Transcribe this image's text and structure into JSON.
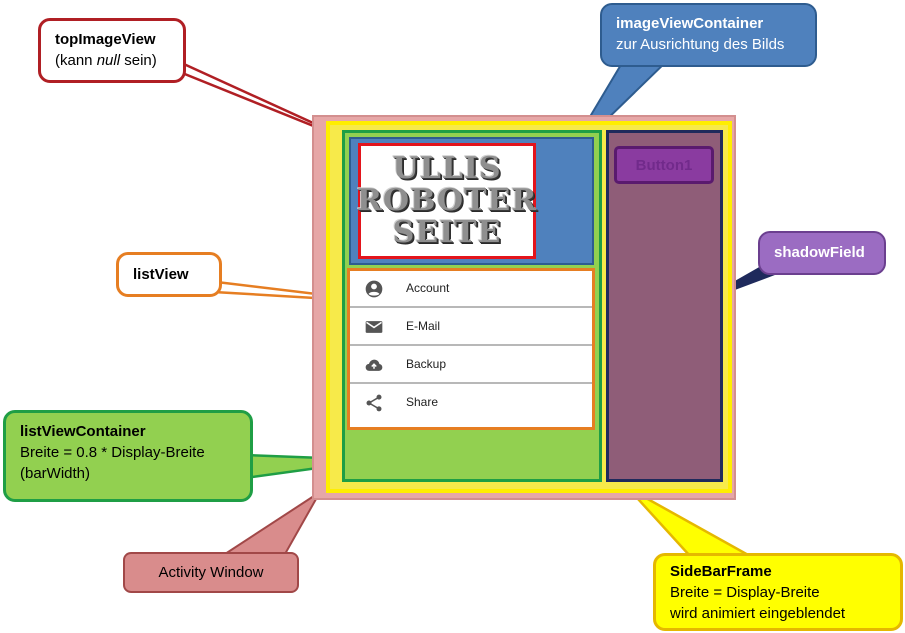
{
  "colors": {
    "activity_window": "#e6a7a7",
    "sidebar_frame": "#f7ea4a",
    "listview_container": "#92d050",
    "imageview_container": "#4f81bd",
    "top_image_border": "#e3141c",
    "list_view_border": "#e67e22",
    "shadow_field": "#8f5d78",
    "button1": "#8a3ba0"
  },
  "logo": {
    "lines": [
      "ULLIS",
      "ROBOTER",
      "SEITE"
    ]
  },
  "list_view": {
    "items": [
      {
        "icon": "account-icon",
        "label": "Account"
      },
      {
        "icon": "mail-icon",
        "label": "E-Mail"
      },
      {
        "icon": "cloud-upload-icon",
        "label": "Backup"
      },
      {
        "icon": "share-icon",
        "label": "Share"
      }
    ]
  },
  "button1": {
    "label": "Button1"
  },
  "callouts": {
    "top_image_view": {
      "title": "topImageView",
      "line2_pre": "(kann ",
      "line2_em": "null",
      "line2_post": " sein)"
    },
    "image_view_container": {
      "title": "imageViewContainer",
      "line2": "zur Ausrichtung des Bilds"
    },
    "list_view": {
      "title": "listView"
    },
    "shadow_field": {
      "title": "shadowField"
    },
    "list_view_container": {
      "title": "listViewContainer",
      "line2": "Breite = 0.8 * Display-Breite",
      "line3": "(barWidth)"
    },
    "activity_window": {
      "title": "Activity Window"
    },
    "side_bar_frame": {
      "title": "SideBarFrame",
      "line2": "Breite = Display-Breite",
      "line3": "wird animiert eingeblendet"
    }
  }
}
